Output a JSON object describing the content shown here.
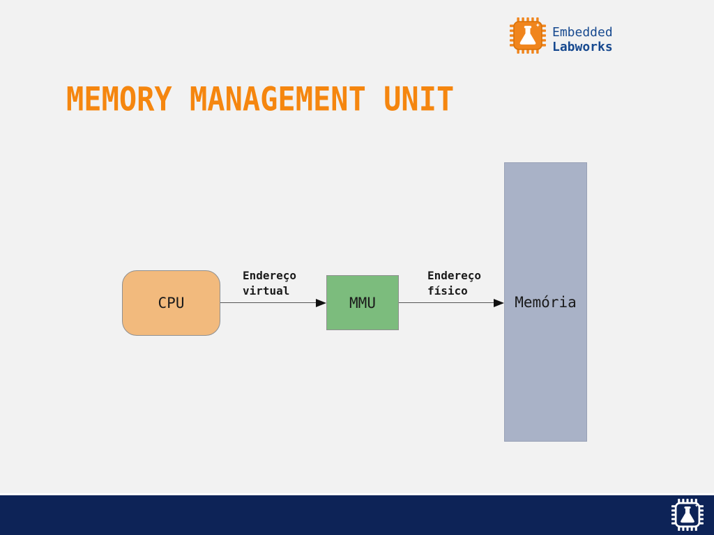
{
  "slide": {
    "title": "MEMORY MANAGEMENT UNIT"
  },
  "brand": {
    "name_line1": "Embedded",
    "name_line2": "Labworks",
    "icon": "chip-flask-icon"
  },
  "diagram": {
    "nodes": [
      {
        "id": "cpu",
        "label": "CPU"
      },
      {
        "id": "mmu",
        "label": "MMU"
      },
      {
        "id": "memory",
        "label": "Memória"
      }
    ],
    "edges": [
      {
        "from": "cpu",
        "to": "mmu",
        "label_line1": "Endereço",
        "label_line2": "virtual"
      },
      {
        "from": "mmu",
        "to": "memory",
        "label_line1": "Endereço",
        "label_line2": "físico"
      }
    ]
  },
  "footer": {
    "icon": "chip-flask-icon"
  },
  "theme": {
    "background": "#F2F2F2",
    "accent_orange": "#F5860F",
    "navy": "#0D2357",
    "logo_text": "#17498F",
    "logo_orange": "#F0851D",
    "cpu_fill": "#F2BA7D",
    "mmu_fill": "#7CBC7D",
    "memory_fill": "#A9B2C7",
    "line_color": "#555555",
    "text_color": "#1A1A1A"
  }
}
